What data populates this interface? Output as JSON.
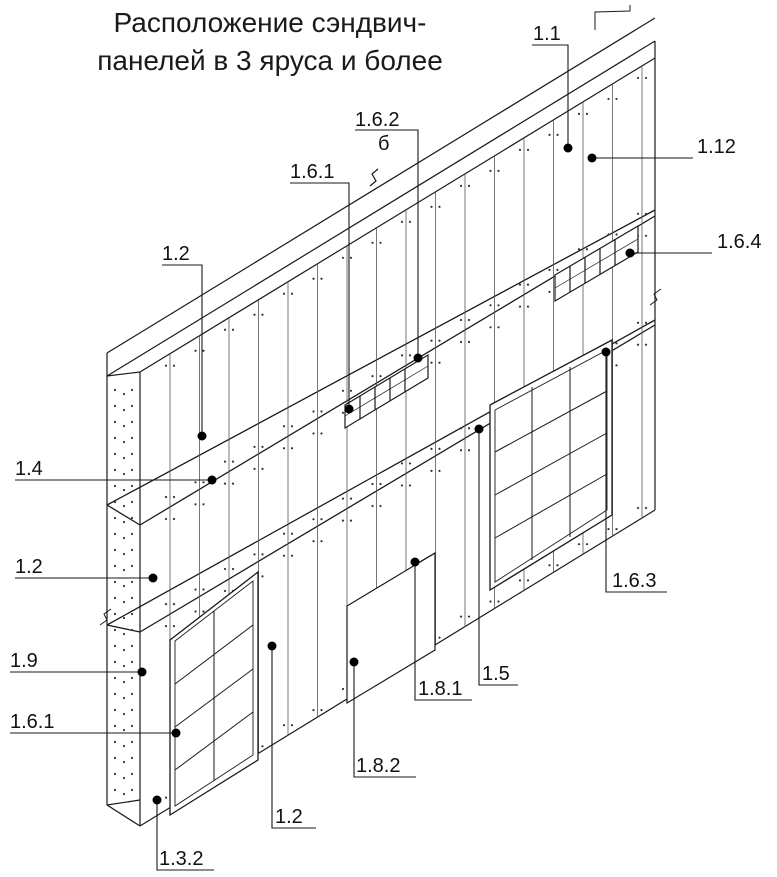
{
  "title": {
    "line1": "Расположение сэндвич-",
    "line2": "панелей в 3 яруса и более"
  },
  "callouts": [
    {
      "id": "c-1-1",
      "text": "1.1"
    },
    {
      "id": "c-1-12",
      "text": "1.12"
    },
    {
      "id": "c-1-6-2",
      "text": "1.6.2"
    },
    {
      "id": "c-1-6-2-sub",
      "text": "б"
    },
    {
      "id": "c-1-6-1-top",
      "text": "1.6.1"
    },
    {
      "id": "c-1-2-top",
      "text": "1.2"
    },
    {
      "id": "c-1-6-4",
      "text": "1.6.4"
    },
    {
      "id": "c-1-4",
      "text": "1.4"
    },
    {
      "id": "c-1-2-mid",
      "text": "1.2"
    },
    {
      "id": "c-1-6-3",
      "text": "1.6.3"
    },
    {
      "id": "c-1-9",
      "text": "1.9"
    },
    {
      "id": "c-1-5",
      "text": "1.5"
    },
    {
      "id": "c-1-6-1-bot",
      "text": "1.6.1"
    },
    {
      "id": "c-1-8-1",
      "text": "1.8.1"
    },
    {
      "id": "c-1-8-2",
      "text": "1.8.2"
    },
    {
      "id": "c-1-2-bot",
      "text": "1.2"
    },
    {
      "id": "c-1-3-2",
      "text": "1.3.2"
    }
  ],
  "colors": {
    "line": "#1a1a1a",
    "thin": "#555555",
    "bolt": "#333333"
  }
}
